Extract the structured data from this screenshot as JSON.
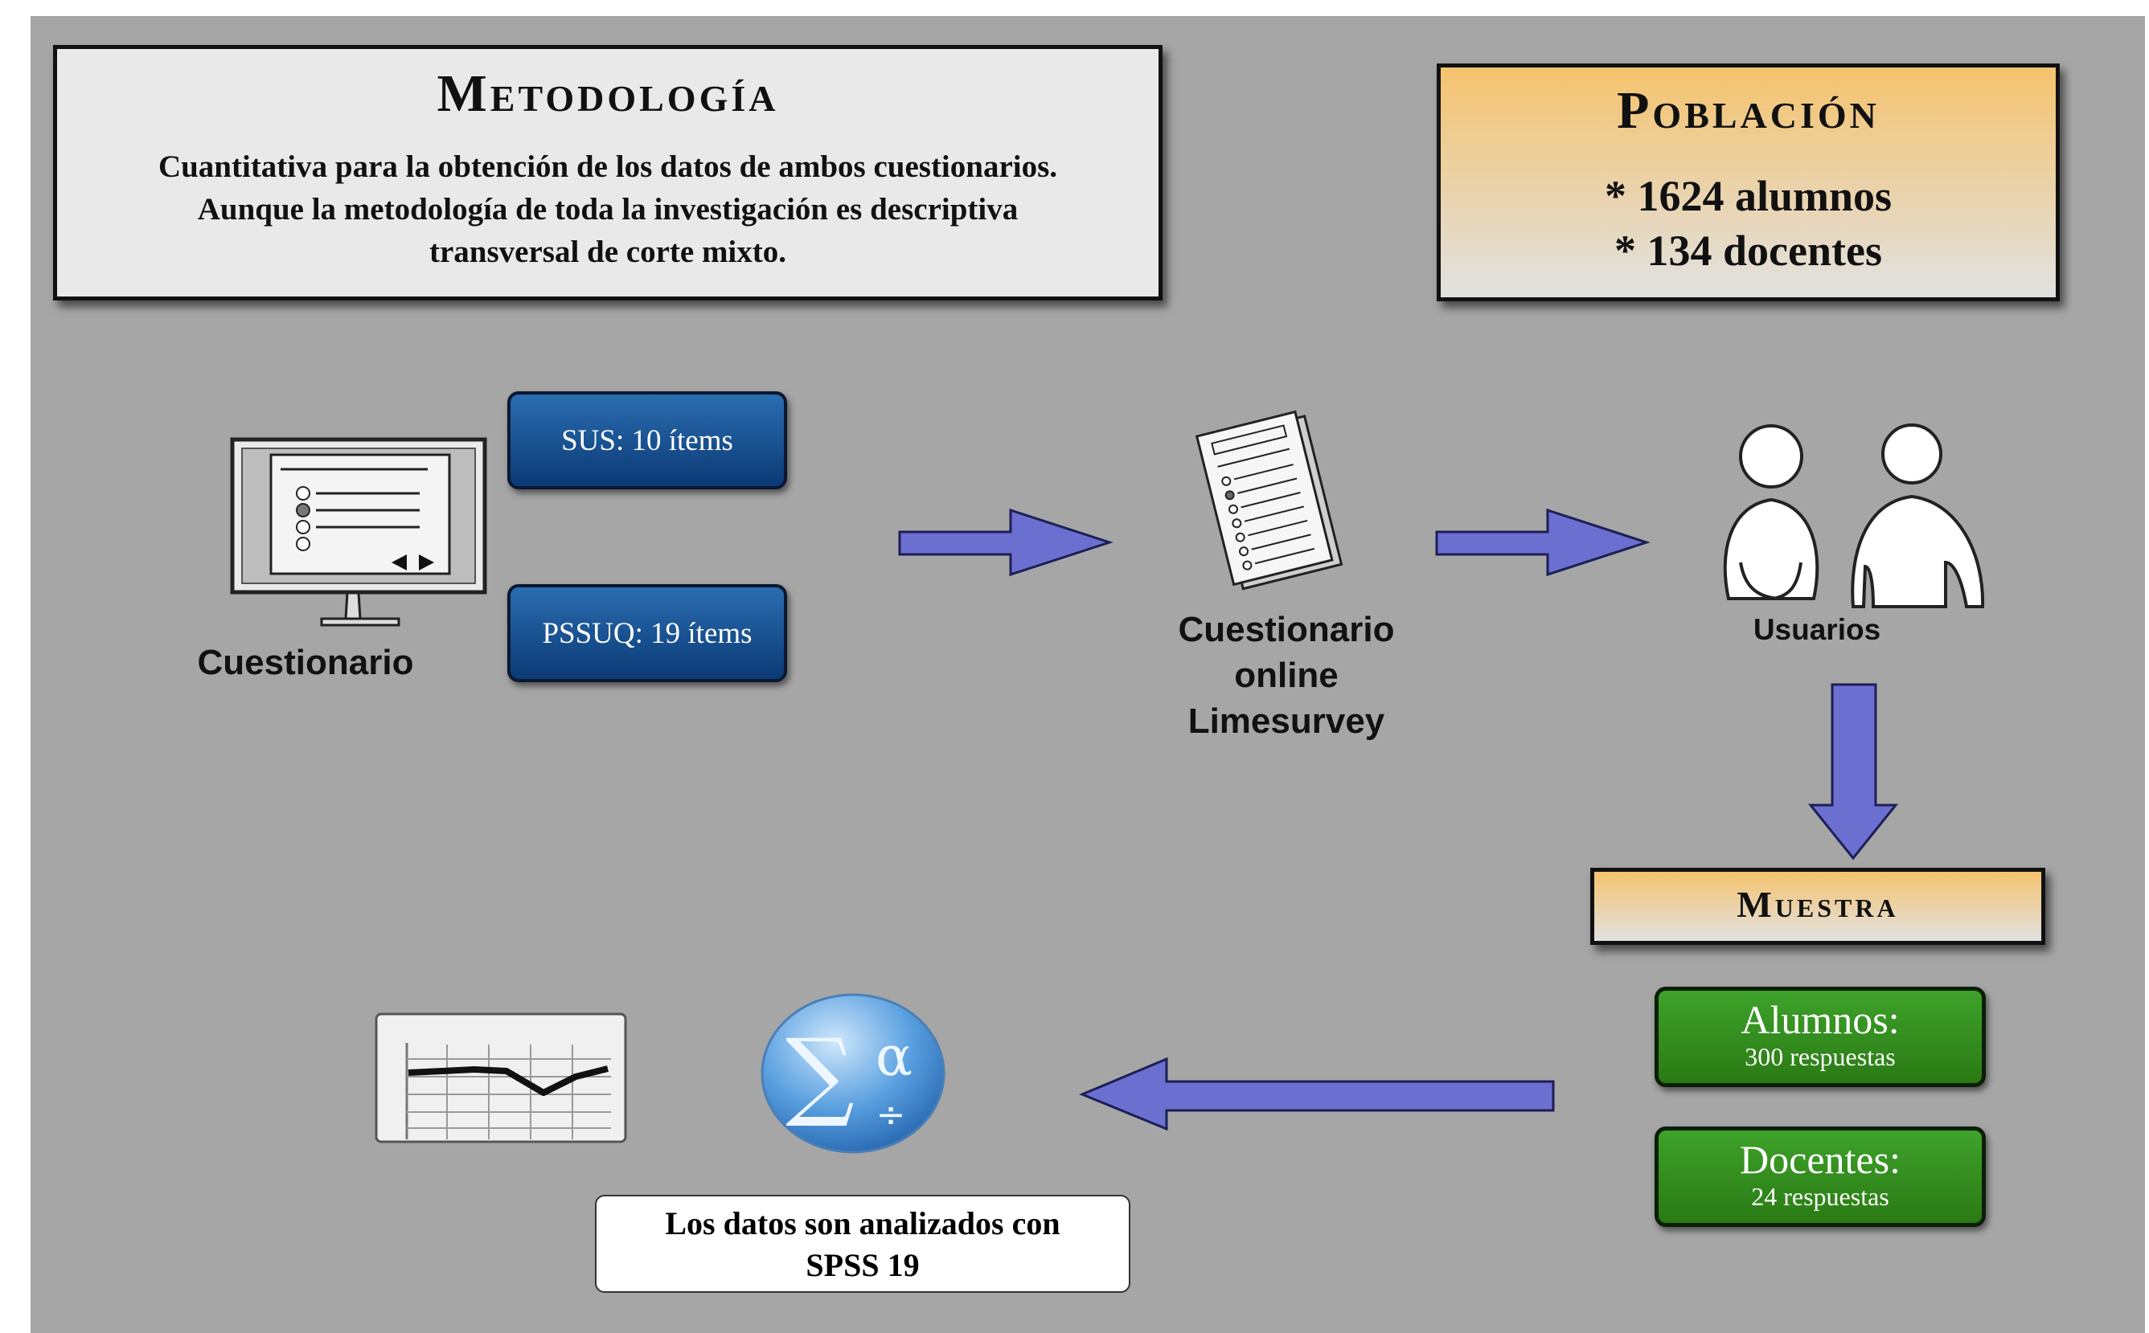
{
  "metodologia": {
    "title": "Metodología",
    "line1": "Cuantitativa para la obtención de los datos de ambos cuestionarios.",
    "line2": "Aunque la metodología de toda la investigación es descriptiva",
    "line3": "transversal de corte mixto."
  },
  "poblacion": {
    "title": "Población",
    "line1": "* 1624 alumnos",
    "line2": "* 134 docentes"
  },
  "cuestionario": {
    "label": "Cuestionario",
    "sus": "SUS: 10 ítems",
    "pssuq": "PSSUQ: 19 ítems"
  },
  "online": {
    "line1": "Cuestionario",
    "line2": "online",
    "line3": "Limesurvey"
  },
  "usuarios": {
    "label": "Usuarios"
  },
  "muestra": {
    "title": "Muestra",
    "alumnos": {
      "label": "Alumnos:",
      "value": "300 respuestas"
    },
    "docentes": {
      "label": "Docentes:",
      "value": "24 respuestas"
    }
  },
  "spss": {
    "line1": "Los datos son analizados con",
    "line2": "SPSS 19",
    "icon_symbols": "∑α÷"
  },
  "colors": {
    "background": "#a6a6a6",
    "arrow": "#6b6fcf",
    "tag_blue": "#0b3a75",
    "tag_green": "#2a7a14",
    "header_gold": "#f5c36e"
  }
}
